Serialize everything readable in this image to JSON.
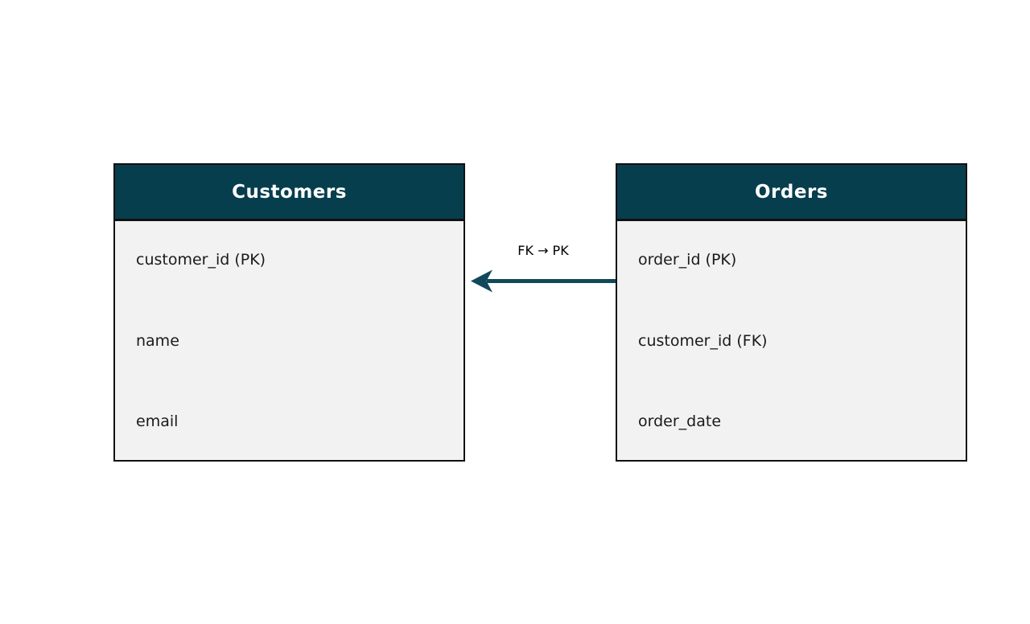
{
  "diagram": {
    "tables": [
      {
        "name": "Customers",
        "fields": [
          "customer_id (PK)",
          "name",
          "email"
        ]
      },
      {
        "name": "Orders",
        "fields": [
          "order_id (PK)",
          "customer_id (FK)",
          "order_date"
        ]
      }
    ],
    "relationship": {
      "label": "FK → PK",
      "from": "Orders",
      "to": "Customers",
      "direction": "right-to-left"
    }
  },
  "colors": {
    "header-fill": "#073e4e",
    "header-text": "#ffffff",
    "body-fill": "#f2f2f2",
    "border-color": "#111111",
    "arrow-color": "#11495a",
    "field-text": "#1a1a1a",
    "label-text": "#000000"
  }
}
